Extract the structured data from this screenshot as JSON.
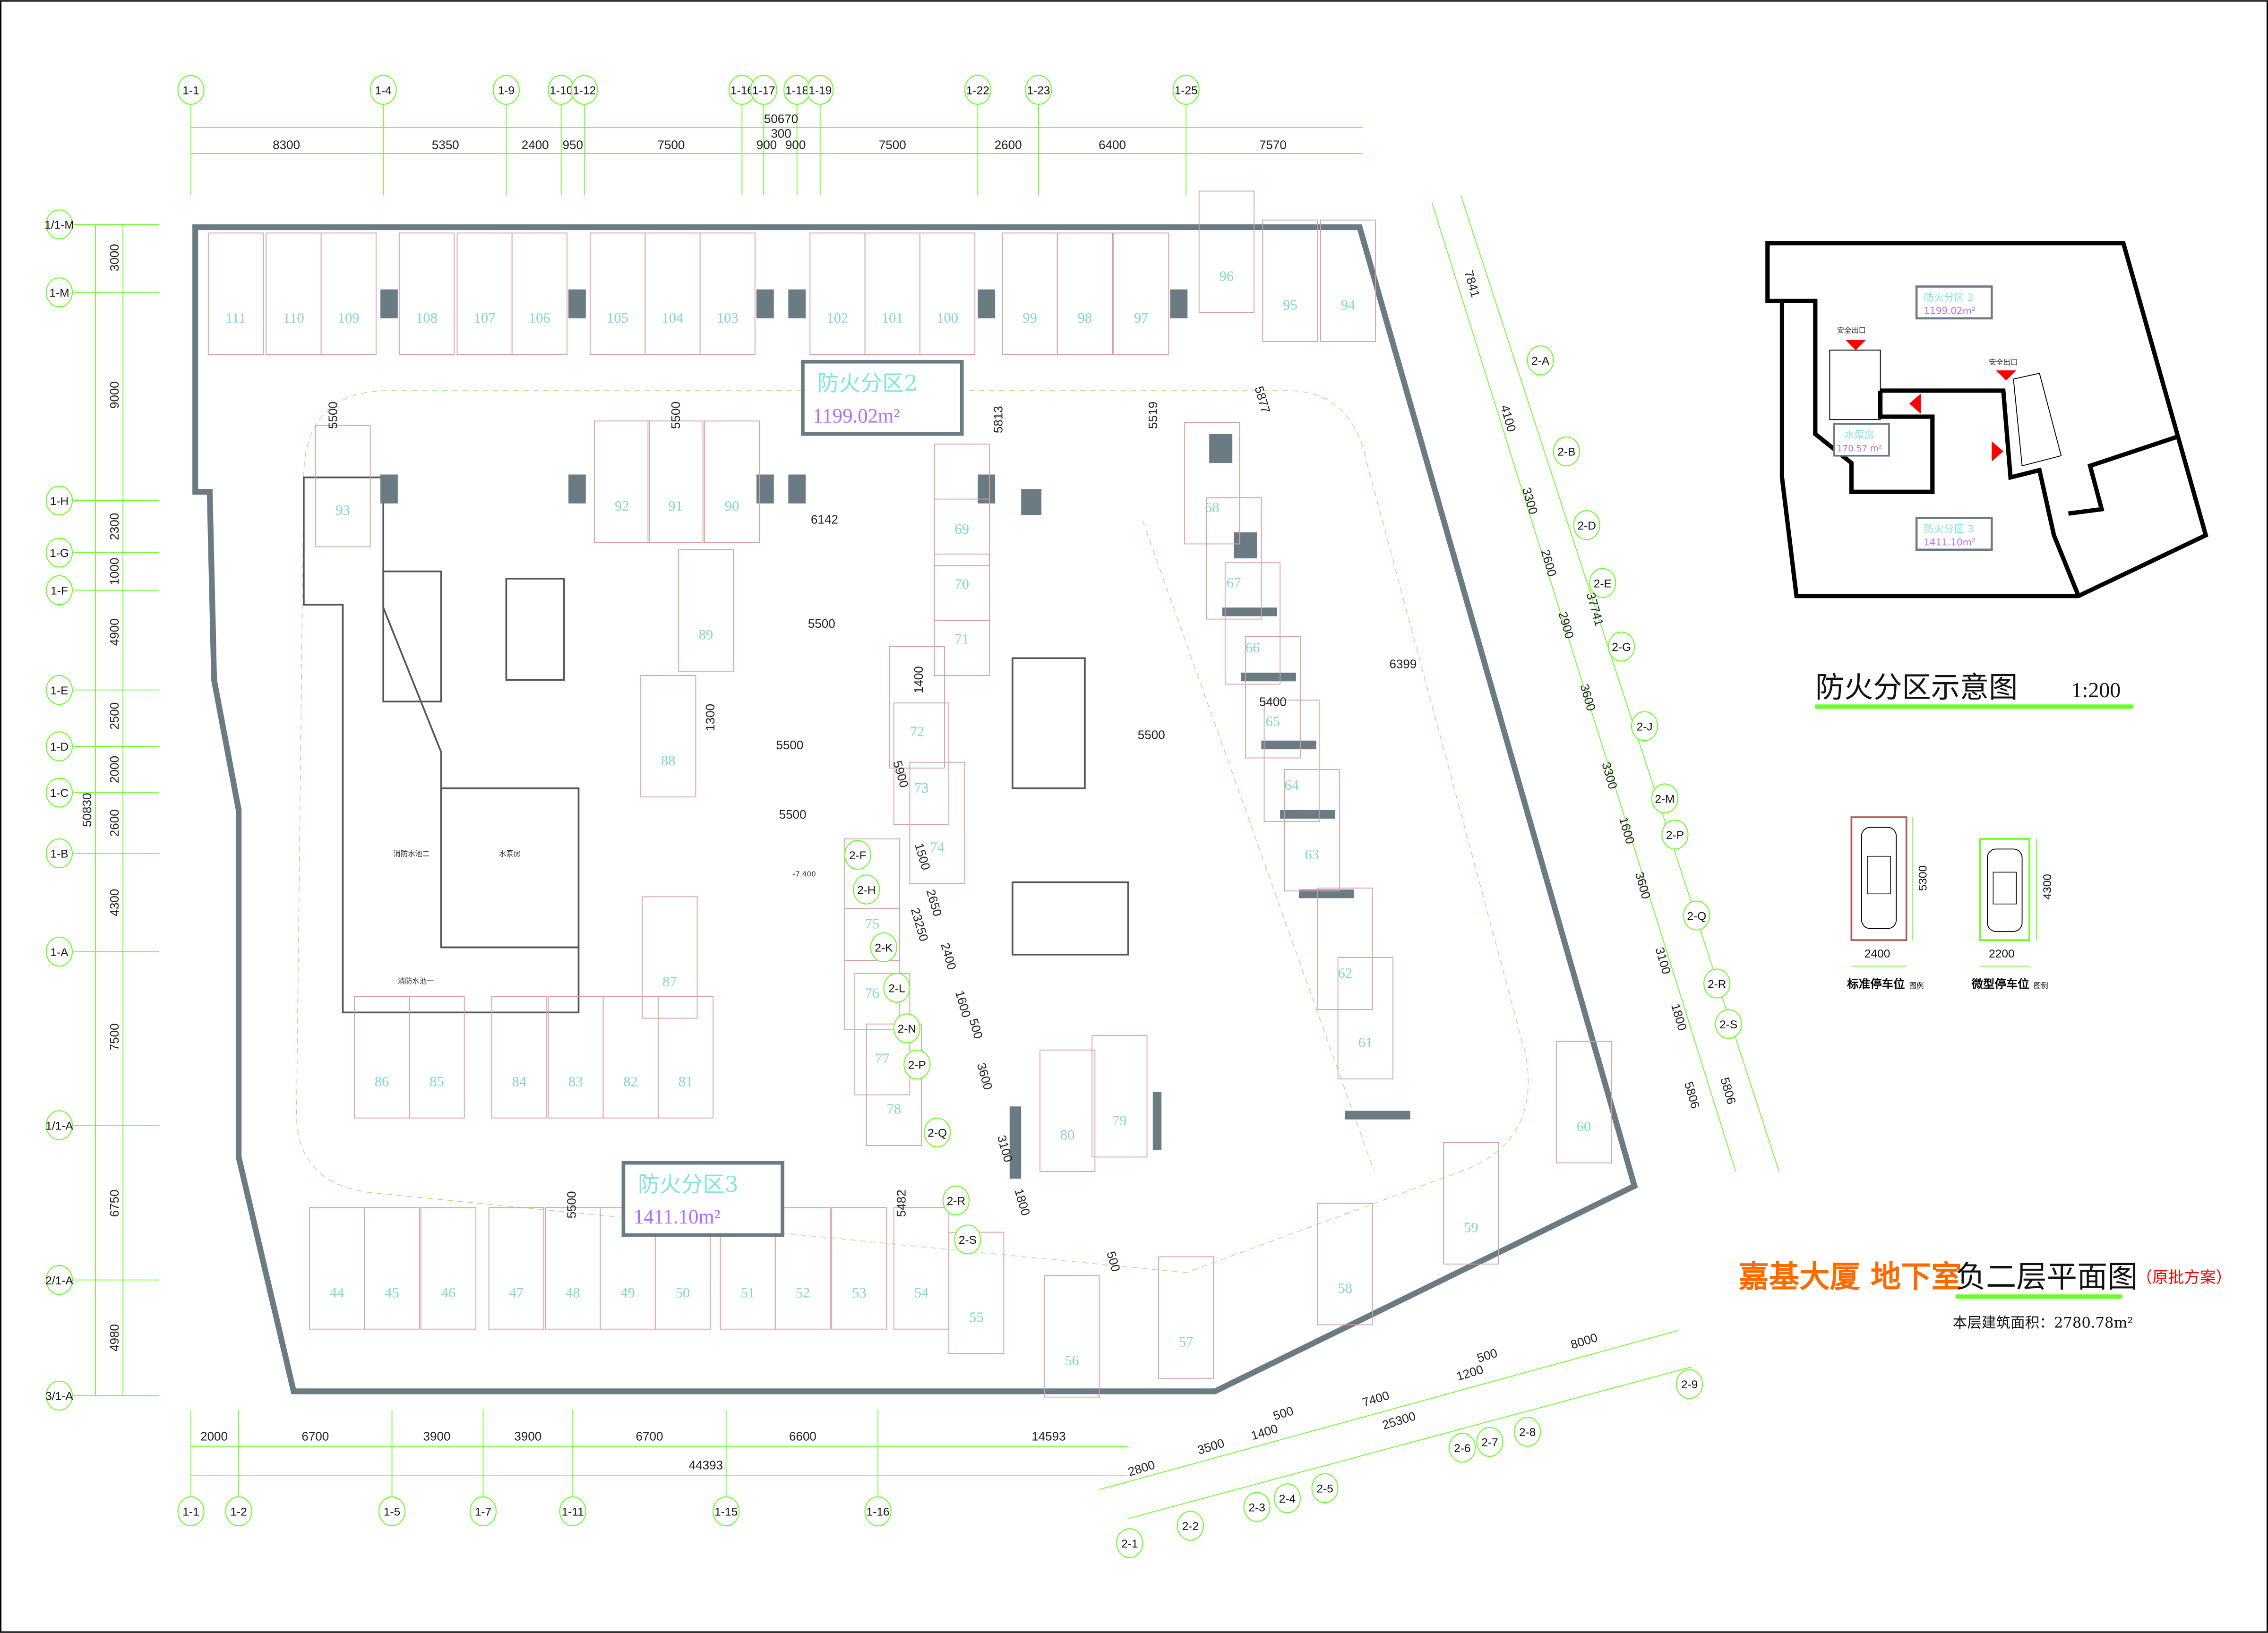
{
  "title": {
    "project": "嘉基大厦 地下室",
    "floor": "负二层平面图",
    "note": "（原批方案）",
    "area": "本层建筑面积：2780.78m²"
  },
  "colors": {
    "title": "#ff6a00",
    "note": "#ff0000",
    "grid": "#6bff2a",
    "wall": "#6b7b84",
    "zone_text": "#7fe8d8",
    "area_text": "#b26bff"
  },
  "zones": [
    {
      "name": "防火分区2",
      "area": "1199.02m²"
    },
    {
      "name": "防火分区3",
      "area": "1411.10m²"
    }
  ],
  "rooms": {
    "pump": "水泵房",
    "pool1": "消防水池一",
    "pool2": "消防水池二",
    "level": "-7.400"
  },
  "inset": {
    "title": "防火分区示意图",
    "scale": "1:200",
    "zone2": "防火分区 2",
    "zone2_area": "1199.02m²",
    "zone3": "防火分区 3",
    "zone3_area": "1411.10m²",
    "pump": "水泵房",
    "pump_area": "170.57 m²",
    "exit": "安全出口"
  },
  "legend": [
    {
      "label": "标准停车位",
      "suffix": "图例",
      "width": "2400",
      "length": "5300"
    },
    {
      "label": "微型停车位",
      "suffix": "图例",
      "width": "2200",
      "length": "4300"
    }
  ],
  "axes": {
    "top": [
      "1-1",
      "1-4",
      "1-9",
      "1-10",
      "1-12",
      "1-16",
      "1-17",
      "1-18",
      "1-19",
      "1-22",
      "1-23",
      "1-25"
    ],
    "left": [
      "1/1-M",
      "1-M",
      "1-H",
      "1-G",
      "1-F",
      "1-E",
      "1-D",
      "1-C",
      "1-B",
      "1-A",
      "1/1-A",
      "2/1-A",
      "3/1-A"
    ],
    "bottom": [
      "1-1",
      "1-2",
      "1-5",
      "1-7",
      "1-11",
      "1-15",
      "1-16"
    ],
    "right": [
      "2-A",
      "2-B",
      "2-D",
      "2-E",
      "2-G",
      "2-J",
      "2-M",
      "2-P",
      "2-Q",
      "2-R",
      "2-S",
      "2-9",
      "2-8",
      "2-7",
      "2-6",
      "2-5",
      "2-4",
      "2-3",
      "2-2",
      "2-1"
    ],
    "inner": [
      "2-F",
      "2-H",
      "2-K",
      "2-L",
      "2-N",
      "2-P",
      "2-Q",
      "2-R",
      "2-S"
    ]
  },
  "dims": {
    "top": [
      "8300",
      "5350",
      "2400",
      "950",
      "7500",
      "900",
      "900",
      "7500",
      "2600",
      "6400",
      "7570"
    ],
    "top_total": "50670",
    "top_mid": "300",
    "left": [
      "3000",
      "9000",
      "2300",
      "1000",
      "4900",
      "2500",
      "2000",
      "2600",
      "4300",
      "7500",
      "6750",
      "4980"
    ],
    "left_total": "50830",
    "bottom": [
      "2000",
      "6700",
      "3900",
      "3900",
      "6700",
      "6600",
      "14593"
    ],
    "bottom_total": "44393",
    "right": [
      "7841",
      "4100",
      "3300",
      "2600",
      "2900",
      "37741",
      "3600",
      "3300",
      "1600",
      "3600",
      "3100",
      "1800",
      "5806",
      "5806"
    ],
    "bottom_right": [
      "2800",
      "3500",
      "1400",
      "500",
      "7400",
      "25300",
      "1200",
      "500",
      "8000"
    ],
    "inner": [
      "5500",
      "5500",
      "5813",
      "5519",
      "5877",
      "6142",
      "5500",
      "1400",
      "1300",
      "5500",
      "5500",
      "6399",
      "5400",
      "5500",
      "5900",
      "1500",
      "2650",
      "2400",
      "23250",
      "1600",
      "500",
      "3600",
      "3100",
      "1800",
      "5482",
      "5500",
      "500"
    ]
  },
  "stalls": [
    "111",
    "110",
    "109",
    "108",
    "107",
    "106",
    "105",
    "104",
    "103",
    "102",
    "101",
    "100",
    "99",
    "98",
    "97",
    "96",
    "95",
    "94",
    "93",
    "92",
    "91",
    "90",
    "69",
    "70",
    "71",
    "89",
    "88",
    "72",
    "73",
    "74",
    "75",
    "76",
    "77",
    "78",
    "68",
    "67",
    "66",
    "65",
    "64",
    "63",
    "62",
    "61",
    "80",
    "79",
    "87",
    "86",
    "85",
    "84",
    "83",
    "82",
    "81",
    "60",
    "59",
    "58",
    "57",
    "56",
    "55",
    "54",
    "53",
    "52",
    "51",
    "50",
    "49",
    "48",
    "47",
    "46",
    "45",
    "44"
  ]
}
